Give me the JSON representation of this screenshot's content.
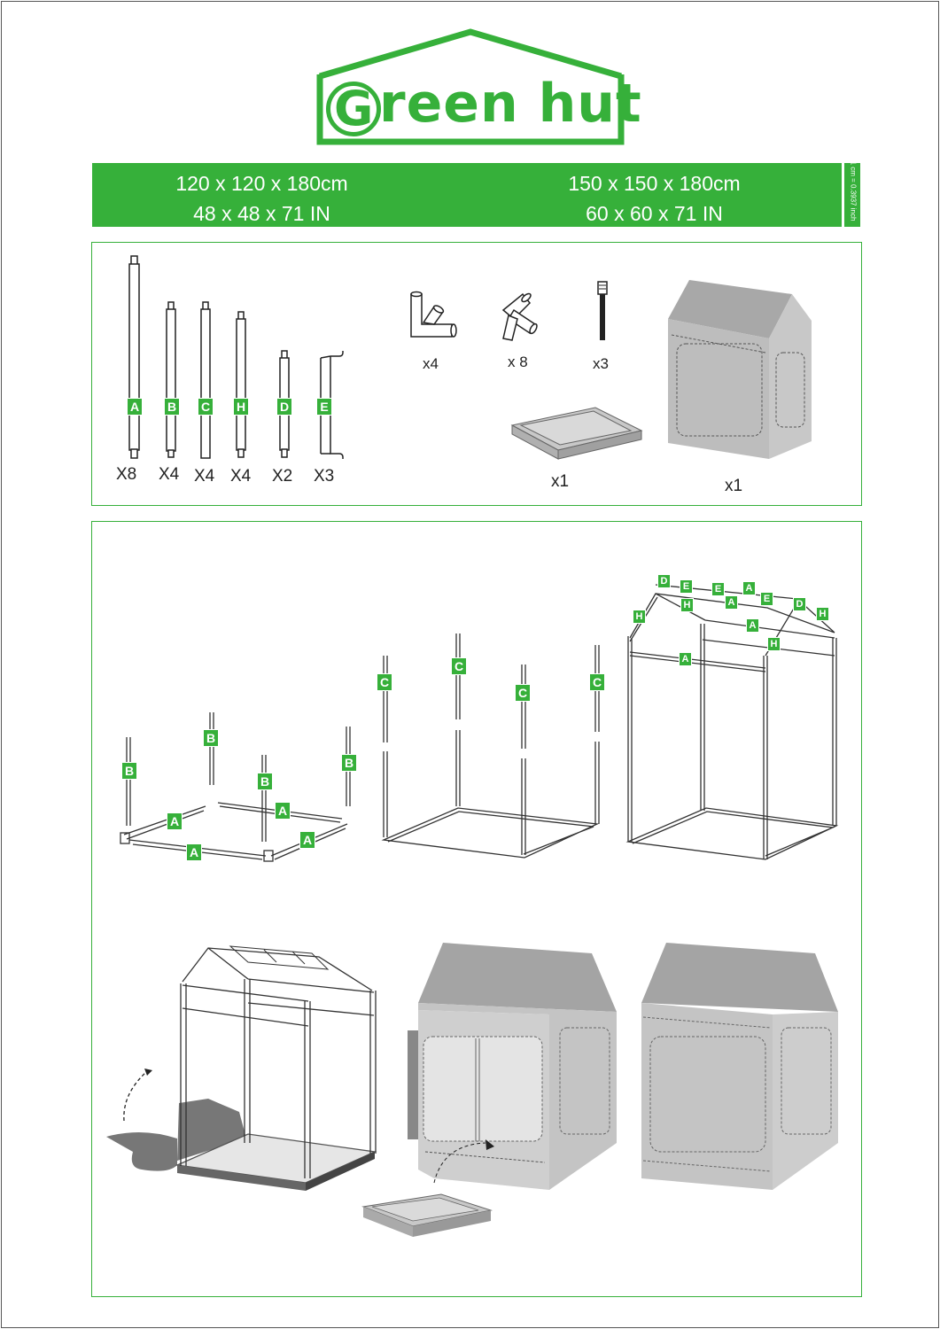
{
  "brand": {
    "name": "reen hut",
    "initial": "G"
  },
  "sizes": [
    {
      "metric": "120 x 120 x 180cm",
      "imperial": "48 x 48 x 71 IN"
    },
    {
      "metric": "150 x 150 x 180cm",
      "imperial": "60 x 60 x 71 IN"
    }
  ],
  "unit_note": "1 cm = 0.3937 inch",
  "parts": {
    "poles": [
      {
        "label": "A",
        "qty": "X8"
      },
      {
        "label": "B",
        "qty": "X4"
      },
      {
        "label": "C",
        "qty": "X4"
      },
      {
        "label": "H",
        "qty": "X4"
      },
      {
        "label": "D",
        "qty": "X2"
      },
      {
        "label": "E",
        "qty": "X3"
      }
    ],
    "connectors": [
      {
        "name": "corner-connector",
        "qty": "x4"
      },
      {
        "name": "angle-connector",
        "qty": "x 8"
      },
      {
        "name": "strap",
        "qty": "x3"
      }
    ],
    "tray_qty": "x1",
    "tent_qty": "x1"
  },
  "steps": {
    "step1_labels": [
      "B",
      "B",
      "B",
      "B",
      "A",
      "A",
      "A",
      "A"
    ],
    "step2_labels": [
      "C",
      "C",
      "C",
      "C"
    ],
    "step3_labels": [
      "D",
      "E",
      "E",
      "A",
      "H",
      "A",
      "E",
      "D",
      "H",
      "H",
      "A",
      "H",
      "A"
    ]
  },
  "colors": {
    "brand_green": "#36b03a",
    "tent_grey": "#b8b8b8",
    "roof_grey": "#a8a8a8"
  }
}
